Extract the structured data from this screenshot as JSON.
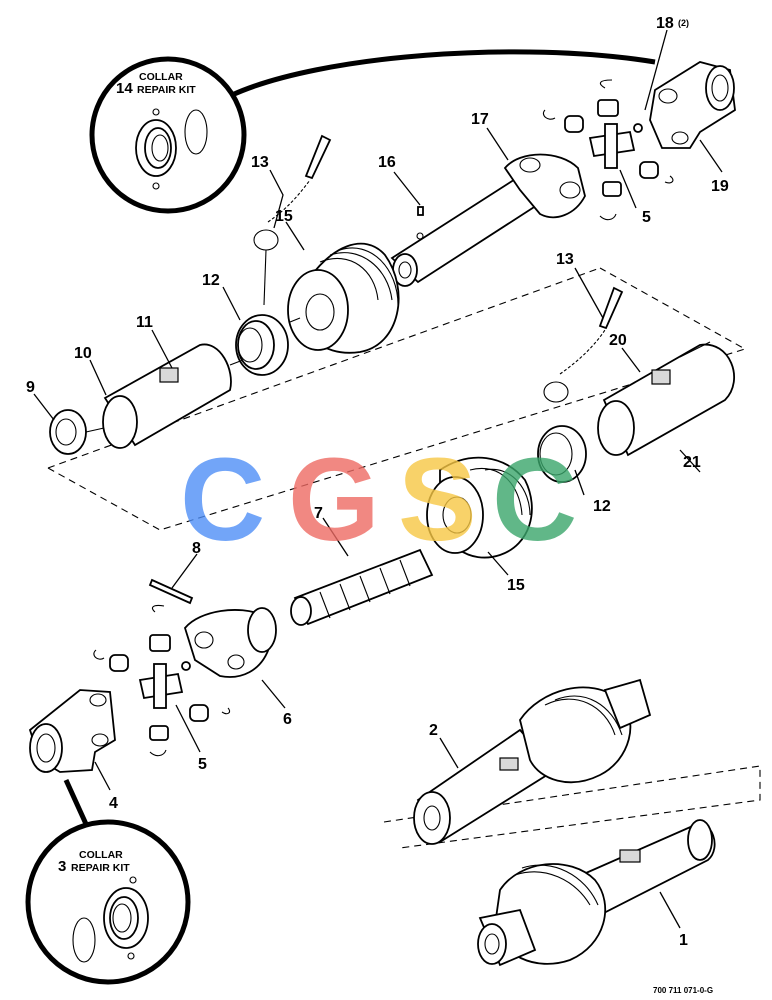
{
  "callouts": {
    "c1": "1",
    "c2": "2",
    "c4": "4",
    "c5a": "5",
    "c5b": "5",
    "c6": "6",
    "c7": "7",
    "c8": "8",
    "c9": "9",
    "c10": "10",
    "c11": "11",
    "c12a": "12",
    "c12b": "12",
    "c13a": "13",
    "c13b": "13",
    "c15a": "15",
    "c15b": "15",
    "c16": "16",
    "c17": "17",
    "c18": "18",
    "c18qty": "(2)",
    "c19": "19",
    "c20": "20",
    "c21": "21"
  },
  "kit_top": {
    "number": "14",
    "line1": "COLLAR",
    "line2": "REPAIR KIT"
  },
  "kit_bottom": {
    "number": "3",
    "line1": "COLLAR",
    "line2": "REPAIR KIT"
  },
  "watermark": {
    "letters": [
      "C",
      "G",
      "S",
      "C"
    ],
    "colors": [
      "#4f8ff7",
      "#ee6b64",
      "#f7c744",
      "#3aa66b"
    ]
  },
  "drawing_number": "700 711 071-0-G"
}
